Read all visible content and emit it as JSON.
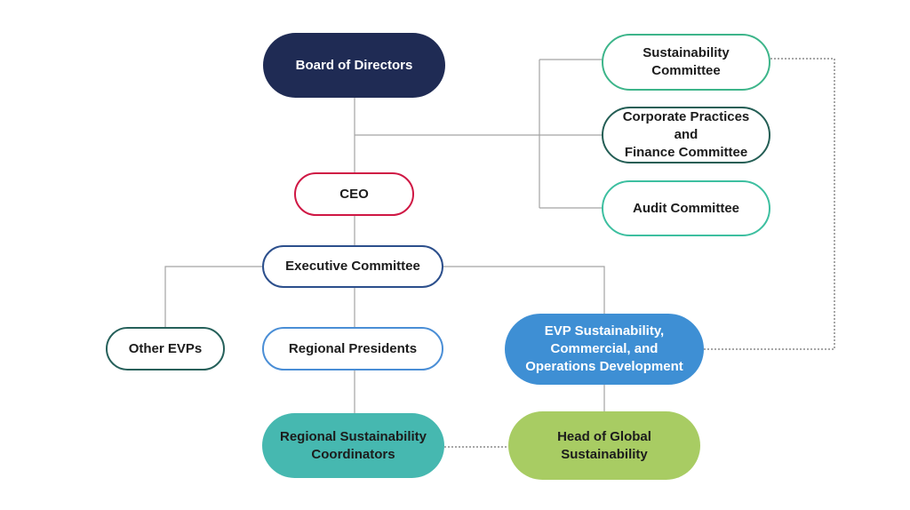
{
  "nodes": {
    "board": "Board of Directors",
    "sustainability_committee": "Sustainability\nCommittee",
    "corporate_practices_committee": "Corporate Practices and\nFinance Committee",
    "audit_committee": "Audit Committee",
    "ceo": "CEO",
    "executive_committee": "Executive Committee",
    "other_evps": "Other EVPs",
    "regional_presidents": "Regional Presidents",
    "evp_sustainability": "EVP Sustainability,\nCommercial, and\nOperations Development",
    "regional_coordinators": "Regional Sustainability\nCoordinators",
    "head_global_sustainability": "Head of Global\nSustainability"
  },
  "colors": {
    "board_fill": "#1f2b54",
    "evp_fill": "#3e8fd4",
    "coordinators_fill": "#46b8b0",
    "head_fill": "#a8cc63",
    "ceo_border": "#cf1744",
    "connector": "#999999"
  },
  "connections": [
    {
      "from": "board",
      "to": "ceo",
      "style": "solid"
    },
    {
      "from": "board",
      "to": "sustainability_committee",
      "style": "solid"
    },
    {
      "from": "board",
      "to": "corporate_practices_committee",
      "style": "solid"
    },
    {
      "from": "board",
      "to": "audit_committee",
      "style": "solid"
    },
    {
      "from": "ceo",
      "to": "executive_committee",
      "style": "solid"
    },
    {
      "from": "executive_committee",
      "to": "other_evps",
      "style": "solid"
    },
    {
      "from": "executive_committee",
      "to": "regional_presidents",
      "style": "solid"
    },
    {
      "from": "executive_committee",
      "to": "evp_sustainability",
      "style": "solid"
    },
    {
      "from": "regional_presidents",
      "to": "regional_coordinators",
      "style": "solid"
    },
    {
      "from": "evp_sustainability",
      "to": "head_global_sustainability",
      "style": "solid"
    },
    {
      "from": "sustainability_committee",
      "to": "evp_sustainability",
      "style": "dotted"
    },
    {
      "from": "regional_coordinators",
      "to": "head_global_sustainability",
      "style": "dotted"
    }
  ]
}
